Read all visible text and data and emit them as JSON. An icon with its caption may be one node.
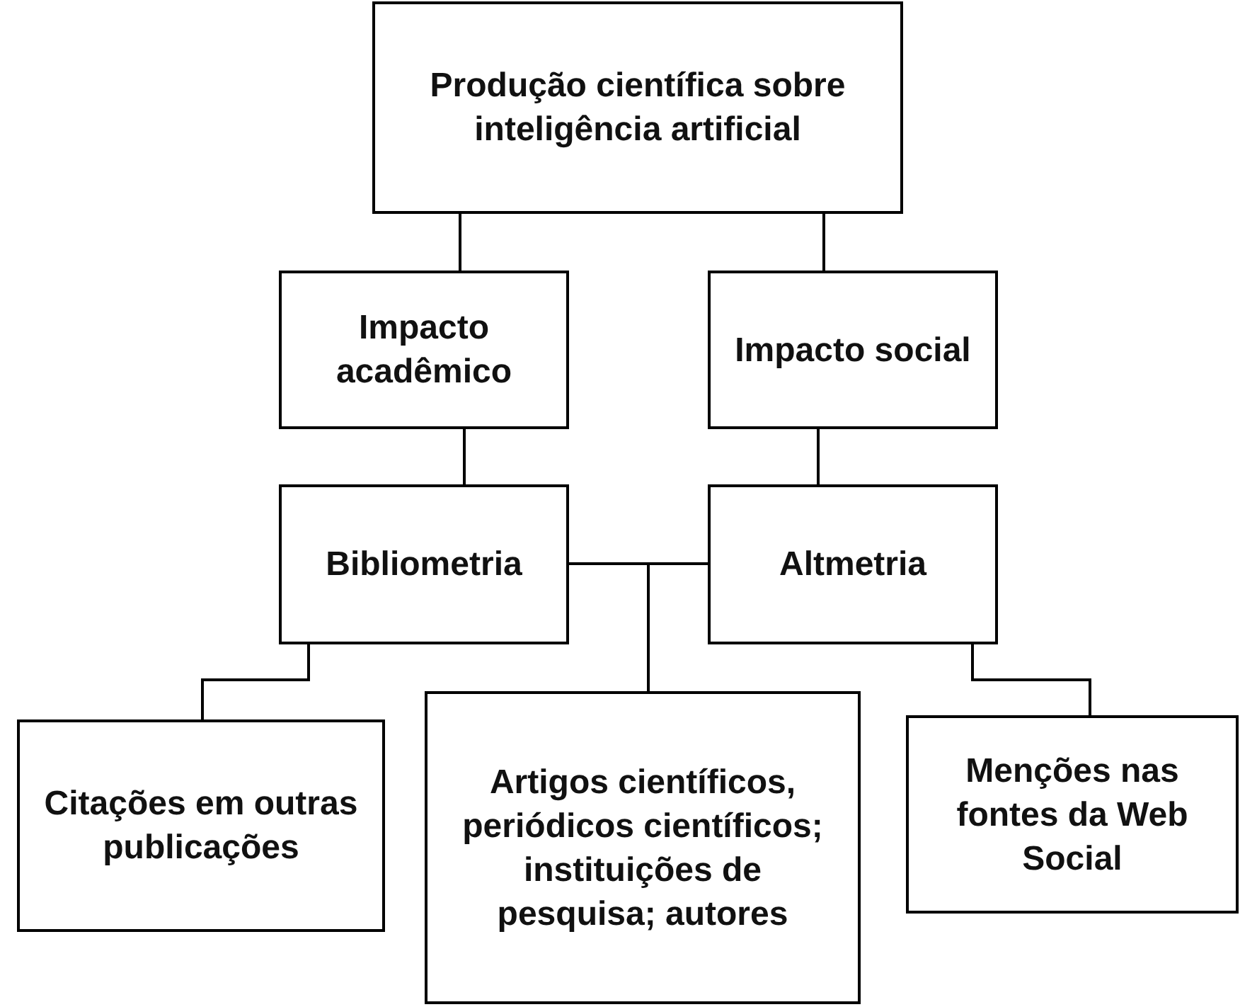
{
  "diagram": {
    "nodes": [
      {
        "text": [
          "Produção científica sobre inteligência artificial"
        ]
      },
      {
        "text": [
          "Impacto acadêmico"
        ]
      },
      {
        "text": [
          "Impacto social"
        ]
      },
      {
        "text": [
          "Bibliometria"
        ]
      },
      {
        "text": [
          "Altmetria"
        ]
      },
      {
        "text": [
          "Citações em outras publicações"
        ]
      },
      {
        "text": [
          "Artigos científicos, periódicos científicos; instituições de pesquisa; autores"
        ]
      },
      {
        "text": [
          "Menções nas fontes da Web Social"
        ]
      }
    ],
    "edges": [
      {
        "from": 0,
        "to": 1,
        "arrow": "none"
      },
      {
        "from": 0,
        "to": 2,
        "arrow": "none"
      },
      {
        "from": 1,
        "to": 3,
        "arrow": "none"
      },
      {
        "from": 2,
        "to": 4,
        "arrow": "none"
      },
      {
        "from": 3,
        "to": 5,
        "arrow": "none"
      },
      {
        "from": 3,
        "to": 6,
        "arrow": "none"
      },
      {
        "from": 4,
        "to": 6,
        "arrow": "none"
      },
      {
        "from": 4,
        "to": 7,
        "arrow": "none"
      }
    ]
  }
}
